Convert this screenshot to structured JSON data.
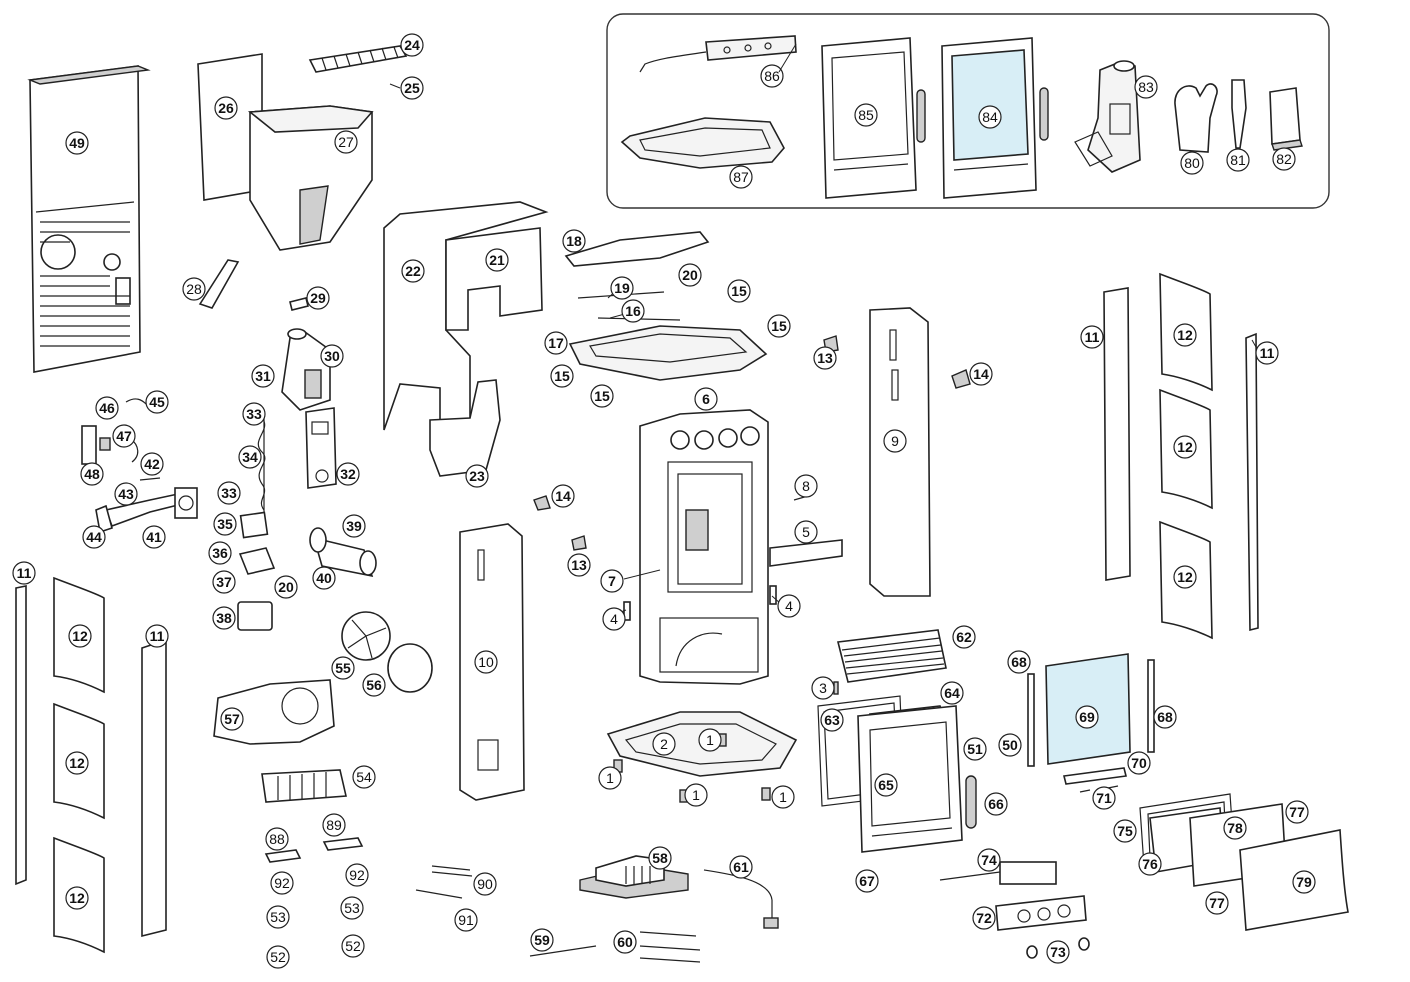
{
  "callouts": [
    {
      "n": "24",
      "bold": true
    },
    {
      "n": "25",
      "bold": true
    },
    {
      "n": "26",
      "bold": true
    },
    {
      "n": "27",
      "bold": false
    },
    {
      "n": "49",
      "bold": true
    },
    {
      "n": "28",
      "bold": false
    },
    {
      "n": "29",
      "bold": true
    },
    {
      "n": "30",
      "bold": true
    },
    {
      "n": "31",
      "bold": true
    },
    {
      "n": "33",
      "bold": true
    },
    {
      "n": "34",
      "bold": true
    },
    {
      "n": "32",
      "bold": true
    },
    {
      "n": "33",
      "bold": true
    },
    {
      "n": "35",
      "bold": true
    },
    {
      "n": "36",
      "bold": true
    },
    {
      "n": "37",
      "bold": true
    },
    {
      "n": "20",
      "bold": true
    },
    {
      "n": "40",
      "bold": true
    },
    {
      "n": "38",
      "bold": true
    },
    {
      "n": "39",
      "bold": true
    },
    {
      "n": "46",
      "bold": true
    },
    {
      "n": "45",
      "bold": true
    },
    {
      "n": "47",
      "bold": true
    },
    {
      "n": "48",
      "bold": true
    },
    {
      "n": "42",
      "bold": true
    },
    {
      "n": "43",
      "bold": true
    },
    {
      "n": "44",
      "bold": true
    },
    {
      "n": "41",
      "bold": true
    },
    {
      "n": "22",
      "bold": true
    },
    {
      "n": "21",
      "bold": true
    },
    {
      "n": "23",
      "bold": true
    },
    {
      "n": "18",
      "bold": true
    },
    {
      "n": "19",
      "bold": true
    },
    {
      "n": "20",
      "bold": true
    },
    {
      "n": "15",
      "bold": true
    },
    {
      "n": "16",
      "bold": true
    },
    {
      "n": "17",
      "bold": true
    },
    {
      "n": "15",
      "bold": true
    },
    {
      "n": "15",
      "bold": true
    },
    {
      "n": "15",
      "bold": true
    },
    {
      "n": "13",
      "bold": true
    },
    {
      "n": "14",
      "bold": true
    },
    {
      "n": "6",
      "bold": true
    },
    {
      "n": "9",
      "bold": false
    },
    {
      "n": "14",
      "bold": true
    },
    {
      "n": "13",
      "bold": true
    },
    {
      "n": "8",
      "bold": false
    },
    {
      "n": "5",
      "bold": false
    },
    {
      "n": "7",
      "bold": true
    },
    {
      "n": "4",
      "bold": false
    },
    {
      "n": "4",
      "bold": false
    },
    {
      "n": "10",
      "bold": false
    },
    {
      "n": "11",
      "bold": true
    },
    {
      "n": "12",
      "bold": true
    },
    {
      "n": "11",
      "bold": true
    },
    {
      "n": "12",
      "bold": true
    },
    {
      "n": "12",
      "bold": true
    },
    {
      "n": "11",
      "bold": true
    },
    {
      "n": "12",
      "bold": true
    },
    {
      "n": "11",
      "bold": true
    },
    {
      "n": "12",
      "bold": true
    },
    {
      "n": "12",
      "bold": true
    },
    {
      "n": "55",
      "bold": true
    },
    {
      "n": "56",
      "bold": true
    },
    {
      "n": "57",
      "bold": true
    },
    {
      "n": "54",
      "bold": false
    },
    {
      "n": "88",
      "bold": false
    },
    {
      "n": "89",
      "bold": false
    },
    {
      "n": "92",
      "bold": false
    },
    {
      "n": "92",
      "bold": false
    },
    {
      "n": "53",
      "bold": false
    },
    {
      "n": "53",
      "bold": false
    },
    {
      "n": "52",
      "bold": false
    },
    {
      "n": "52",
      "bold": false
    },
    {
      "n": "90",
      "bold": false
    },
    {
      "n": "91",
      "bold": false
    },
    {
      "n": "2",
      "bold": false
    },
    {
      "n": "1",
      "bold": false
    },
    {
      "n": "1",
      "bold": false
    },
    {
      "n": "1",
      "bold": false
    },
    {
      "n": "1",
      "bold": false
    },
    {
      "n": "58",
      "bold": true
    },
    {
      "n": "61",
      "bold": true
    },
    {
      "n": "59",
      "bold": true
    },
    {
      "n": "60",
      "bold": true
    },
    {
      "n": "62",
      "bold": true
    },
    {
      "n": "3",
      "bold": false
    },
    {
      "n": "64",
      "bold": true
    },
    {
      "n": "63",
      "bold": true
    },
    {
      "n": "65",
      "bold": true
    },
    {
      "n": "51",
      "bold": true
    },
    {
      "n": "50",
      "bold": true
    },
    {
      "n": "66",
      "bold": true
    },
    {
      "n": "67",
      "bold": true
    },
    {
      "n": "68",
      "bold": true
    },
    {
      "n": "69",
      "bold": true
    },
    {
      "n": "68",
      "bold": true
    },
    {
      "n": "70",
      "bold": true
    },
    {
      "n": "71",
      "bold": true
    },
    {
      "n": "75",
      "bold": true
    },
    {
      "n": "76",
      "bold": true
    },
    {
      "n": "78",
      "bold": true
    },
    {
      "n": "77",
      "bold": true
    },
    {
      "n": "77",
      "bold": true
    },
    {
      "n": "79",
      "bold": true
    },
    {
      "n": "74",
      "bold": true
    },
    {
      "n": "72",
      "bold": true
    },
    {
      "n": "73",
      "bold": true
    },
    {
      "n": "86",
      "bold": false
    },
    {
      "n": "85",
      "bold": false
    },
    {
      "n": "84",
      "bold": false
    },
    {
      "n": "87",
      "bold": false
    },
    {
      "n": "83",
      "bold": false
    },
    {
      "n": "80",
      "bold": false
    },
    {
      "n": "81",
      "bold": false
    },
    {
      "n": "82",
      "bold": false
    }
  ]
}
